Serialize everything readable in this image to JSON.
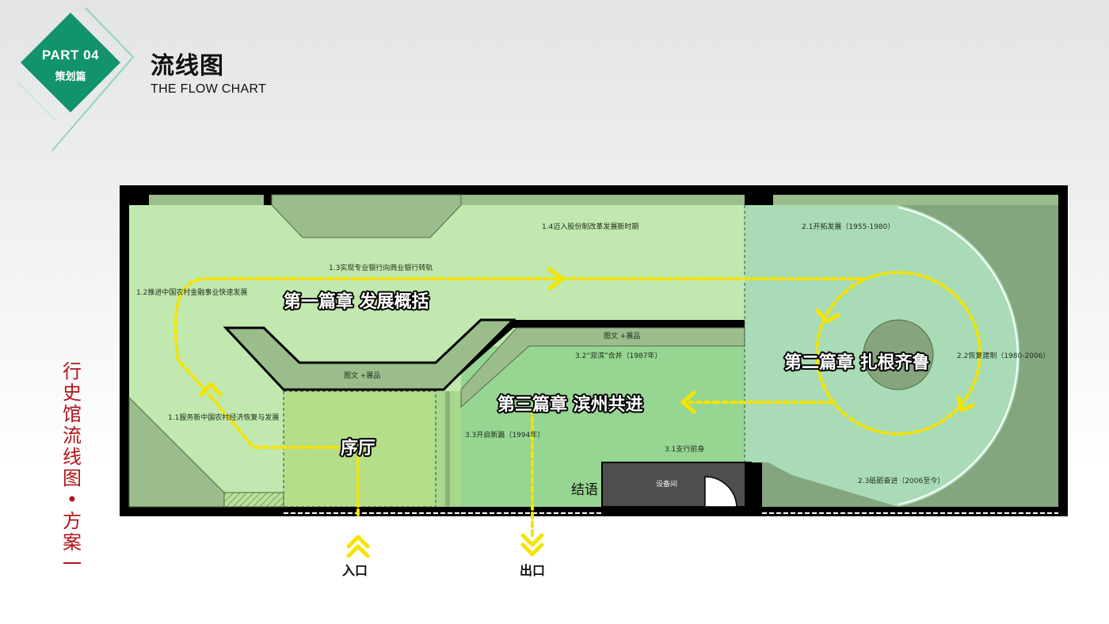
{
  "badge": {
    "part": "PART 04",
    "subtitle": "策划篇",
    "color": "#12936b"
  },
  "header": {
    "title": "流线图",
    "subtitle": "THE FLOW CHART"
  },
  "side_title": [
    "行",
    "史",
    "馆",
    "流",
    "线",
    "图",
    "•",
    "方",
    "案",
    "一"
  ],
  "colors": {
    "flow_arrow": "#f5e300",
    "side_title": "#b0151b",
    "wall": "#000000"
  },
  "plan": {
    "chapters": {
      "one": "第一篇章 发展概括",
      "two": "第二篇章 扎根齐鲁",
      "three": "第三篇章 滨州共进",
      "lobby": "序厅",
      "ending": "结语"
    },
    "sections": {
      "s1_1": "1.1服务新中国农村经济恢复与发展",
      "s1_2": "1.2推进中国农村金融事业快速发展",
      "s1_3": "1.3实现专业银行向商业银行转轨",
      "s1_4": "1.4迈入股份制改革发展新时期",
      "s2_1": "2.1开拓发展（1955-1980）",
      "s2_2": "2.2恢复建制（1980-2006）",
      "s2_3": "2.3砥砺奋进（2006至今）",
      "s3_1": "3.1支行前身",
      "s3_2": "3.2“双滨”合并（1987年）",
      "s3_3": "3.3开启新篇（1994年）"
    },
    "labels": {
      "graphics1": "图文 +展品",
      "graphics2": "图文 +展品",
      "equipment": "设备间",
      "entrance": "入口",
      "exit": "出口"
    }
  }
}
